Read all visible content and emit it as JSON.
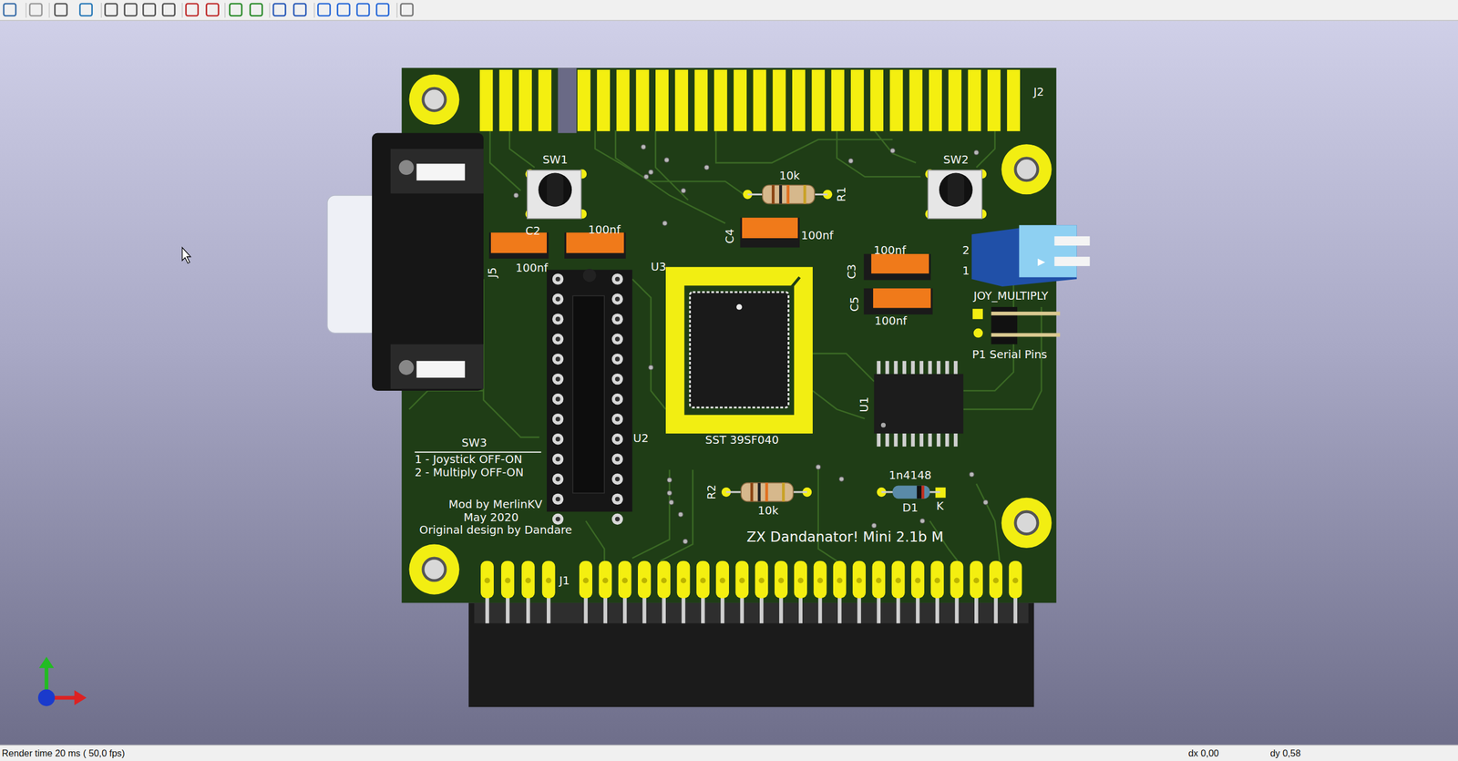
{
  "diagram": {
    "labels": [
      "J2",
      "SW1",
      "SW2",
      "10k",
      "R1",
      "C4",
      "100nf",
      "C2",
      "100nf",
      "J5",
      "100nf",
      "U3",
      "C3",
      "100nf",
      "C5",
      "100nf",
      "2",
      "1",
      "JOY_MULTIPLY",
      "P1 Serial Pins",
      "U1",
      "SST 39SF040",
      "U2",
      "SW3",
      "1 - Joystick OFF-ON",
      "2 - Multiply OFF-ON",
      "Mod by MerlinKV",
      "May 2020",
      "Original design by Dandare",
      "R2",
      "10k",
      "1n4148",
      "D1",
      "K",
      "ZX Dandanator! Mini 2.1b M",
      "J1",
      "Render time 20 ms ( 50,0 fps)",
      "dx 0,00",
      "dy 0,58"
    ]
  }
}
